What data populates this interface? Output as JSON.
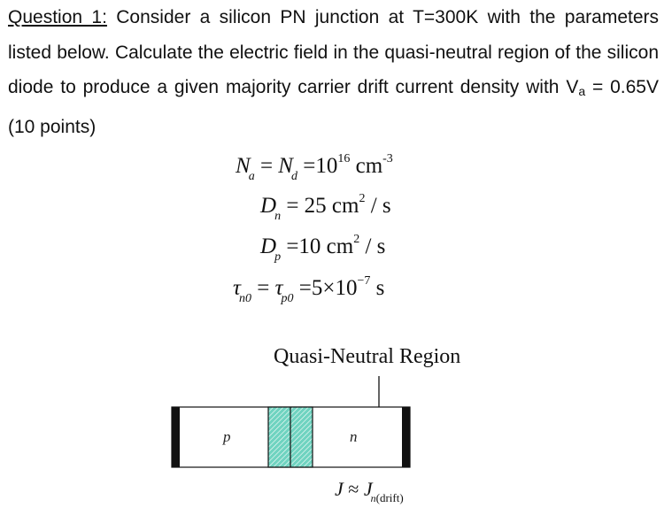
{
  "question": {
    "label": "Question 1:",
    "text_parts": [
      " Consider a silicon PN junction at T=300K with the parameters listed below. Calculate the electric field in the quasi-neutral region of the silicon diode to produce a given majority carrier drift current density with V",
      "a",
      " = 0.65V (10 points)"
    ]
  },
  "equations": {
    "eq1": {
      "lhs_var": "N",
      "lhs_sub": "a",
      "mid_var": "N",
      "mid_sub": "d",
      "base": "10",
      "exp": "16",
      "unit": "cm",
      "unit_exp": "-3"
    },
    "eq2": {
      "var": "D",
      "sub": "n",
      "value": "25",
      "unit": "cm",
      "unit_exp": "2",
      "per": "/ s"
    },
    "eq3": {
      "var": "D",
      "sub": "p",
      "value": "10",
      "unit": "cm",
      "unit_exp": "2",
      "per": "/ s"
    },
    "eq4": {
      "var": "τ",
      "sub1": "n0",
      "sub2": "p0",
      "coef": "5",
      "times": "×",
      "base": "10",
      "exp": "−7",
      "unit": "s"
    }
  },
  "figure": {
    "title": "Quasi-Neutral Region",
    "p_label": "p",
    "n_label": "n",
    "current": {
      "J": "J",
      "approx": "≈",
      "J2": "J",
      "sub_n": "n",
      "sub_drift": "(drift)"
    },
    "colors": {
      "depletion_fill": "#6fd3c0",
      "contact": "#111111",
      "outline": "#111111"
    }
  }
}
